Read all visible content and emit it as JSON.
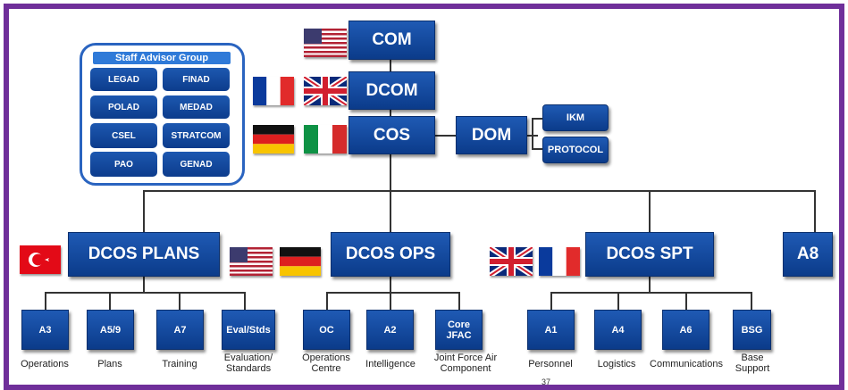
{
  "command": {
    "com": "COM",
    "dcom": "DCOM",
    "cos": "COS",
    "dom": "DOM",
    "ikm": "IKM",
    "protocol": "PROTOCOL"
  },
  "staff_advisor_group": {
    "title": "Staff Advisor Group",
    "members": [
      "LEGAD",
      "FINAD",
      "POLAD",
      "MEDAD",
      "CSEL",
      "STRATCOM",
      "PAO",
      "GENAD"
    ]
  },
  "divisions": {
    "plans": "DCOS PLANS",
    "ops": "DCOS OPS",
    "spt": "DCOS SPT",
    "a8": "A8"
  },
  "units": [
    {
      "code": "A3",
      "caption": "Operations"
    },
    {
      "code": "A5/9",
      "caption": "Plans"
    },
    {
      "code": "A7",
      "caption": "Training"
    },
    {
      "code": "Eval/Stds",
      "caption": "Evaluation/ Standards"
    },
    {
      "code": "OC",
      "caption": "Operations Centre"
    },
    {
      "code": "A2",
      "caption": "Intelligence"
    },
    {
      "code": "Core JFAC",
      "caption": "Joint Force Air Component"
    },
    {
      "code": "A1",
      "caption": "Personnel"
    },
    {
      "code": "A4",
      "caption": "Logistics"
    },
    {
      "code": "A6",
      "caption": "Communications"
    },
    {
      "code": "BSG",
      "caption": "Base Support"
    }
  ],
  "flags": {
    "com": [
      "usa-flag"
    ],
    "dcom": [
      "france-flag",
      "uk-flag"
    ],
    "cos": [
      "germany-flag",
      "italy-flag"
    ],
    "plans": [
      "turkey-flag"
    ],
    "ops": [
      "usa-flag",
      "germany-flag"
    ],
    "spt": [
      "uk-flag",
      "france-flag"
    ]
  },
  "page_number": "37",
  "colors": {
    "frame": "#6f2f9a",
    "box": "#0b3b8a",
    "connector": "#333333"
  }
}
